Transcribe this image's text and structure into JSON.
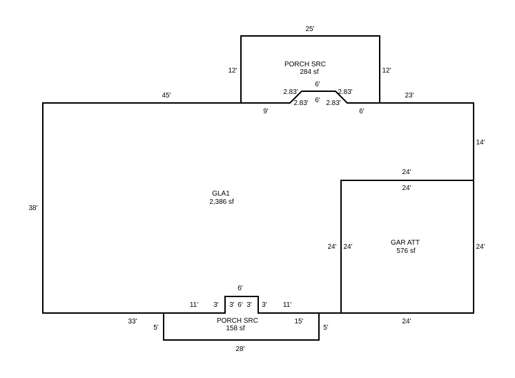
{
  "rooms": {
    "porch_top": {
      "name": "PORCH SRC",
      "area": "284 sf"
    },
    "gla1": {
      "name": "GLA1",
      "area": "2,386 sf"
    },
    "garage": {
      "name": "GAR ATT",
      "area": "576 sf"
    },
    "porch_bottom": {
      "name": "PORCH SRC",
      "area": "158 sf"
    }
  },
  "dimensions": {
    "porch_top_width": "25'",
    "porch_top_left": "12'",
    "porch_top_right": "12'",
    "bump_top": "6'",
    "bump_left_outer": "2.83'",
    "bump_right_outer": "2.83'",
    "bump_left_inner": "2.83'",
    "bump_mid_inner": "6'",
    "bump_right_inner": "2.83'",
    "top_left_segment": "45'",
    "top_right_segment": "23'",
    "porch_inner_left": "9'",
    "porch_inner_right": "6'",
    "right_upper": "14'",
    "left_side": "38'",
    "garage_top_outer": "24'",
    "garage_top_inner": "24'",
    "garage_left_outer": "24'",
    "garage_left_inner": "24'",
    "garage_right": "24'",
    "garage_bottom": "24'",
    "notch_top": "6'",
    "bottom_left_inner": "11'",
    "notch_left": "3'",
    "notch_inner_left": "3'",
    "notch_inner_mid": "6'",
    "notch_inner_right": "3'",
    "notch_right": "3'",
    "bottom_right_inner": "11'",
    "bottom_left_outer": "33'",
    "porch_bottom_left": "5'",
    "porch_bottom_inner_right": "15'",
    "porch_bottom_right": "5'",
    "porch_bottom_width": "28'"
  }
}
